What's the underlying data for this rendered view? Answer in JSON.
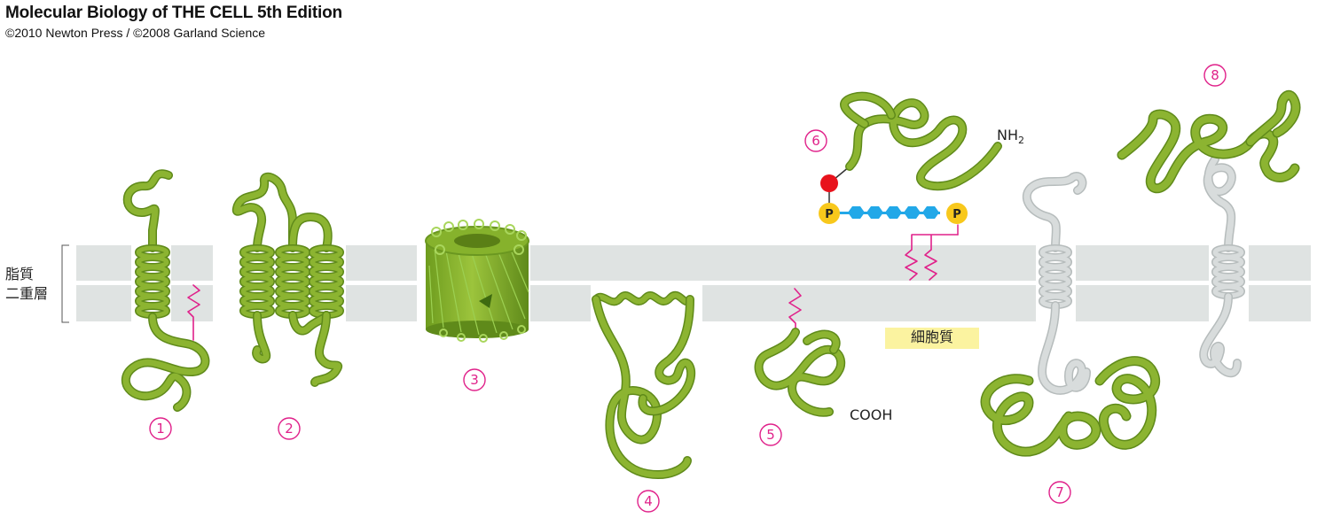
{
  "header": {
    "title": "Molecular Biology of THE CELL 5th Edition",
    "copyright": "©2010 Newton Press / ©2008 Garland Science"
  },
  "membrane": {
    "label_line1": "脂質",
    "label_line2": "二重層",
    "cytosol_label": "細胞質"
  },
  "labels": {
    "nh2_main": "NH",
    "nh2_sub": "2",
    "cooh": "COOH",
    "phosphate": "P"
  },
  "numbers": [
    "1",
    "2",
    "3",
    "4",
    "5",
    "6",
    "7",
    "8"
  ],
  "colors": {
    "protein_green": "#8cb431",
    "protein_dark": "#5f8a1a",
    "protein_gray": "#d8dcdc",
    "membrane": "#dfe3e2",
    "anchor_magenta": "#e0218a",
    "phosphate_yellow": "#f8c81c",
    "sugar_blue": "#22a8e8",
    "lipid_red": "#e8121c",
    "cytosol_box": "#fbf3a0"
  }
}
